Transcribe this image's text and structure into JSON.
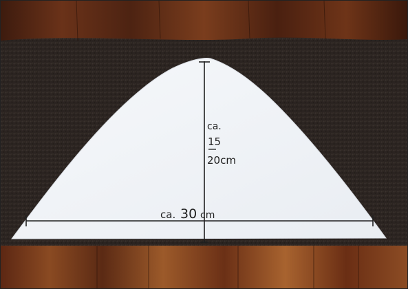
{
  "photo": {
    "annotation_height_prefix": "ca.",
    "annotation_height_value_1": "15",
    "annotation_height_value_2": "20cm",
    "annotation_width_prefix": "ca.",
    "annotation_width_value": "30",
    "annotation_width_unit": "cm"
  },
  "colors": {
    "wood_top": "#5a2a16",
    "wood_bottom": "#6b3318",
    "towel": "#2d2622",
    "paper": "#f3f5f8",
    "ink": "#1f1f1f"
  }
}
